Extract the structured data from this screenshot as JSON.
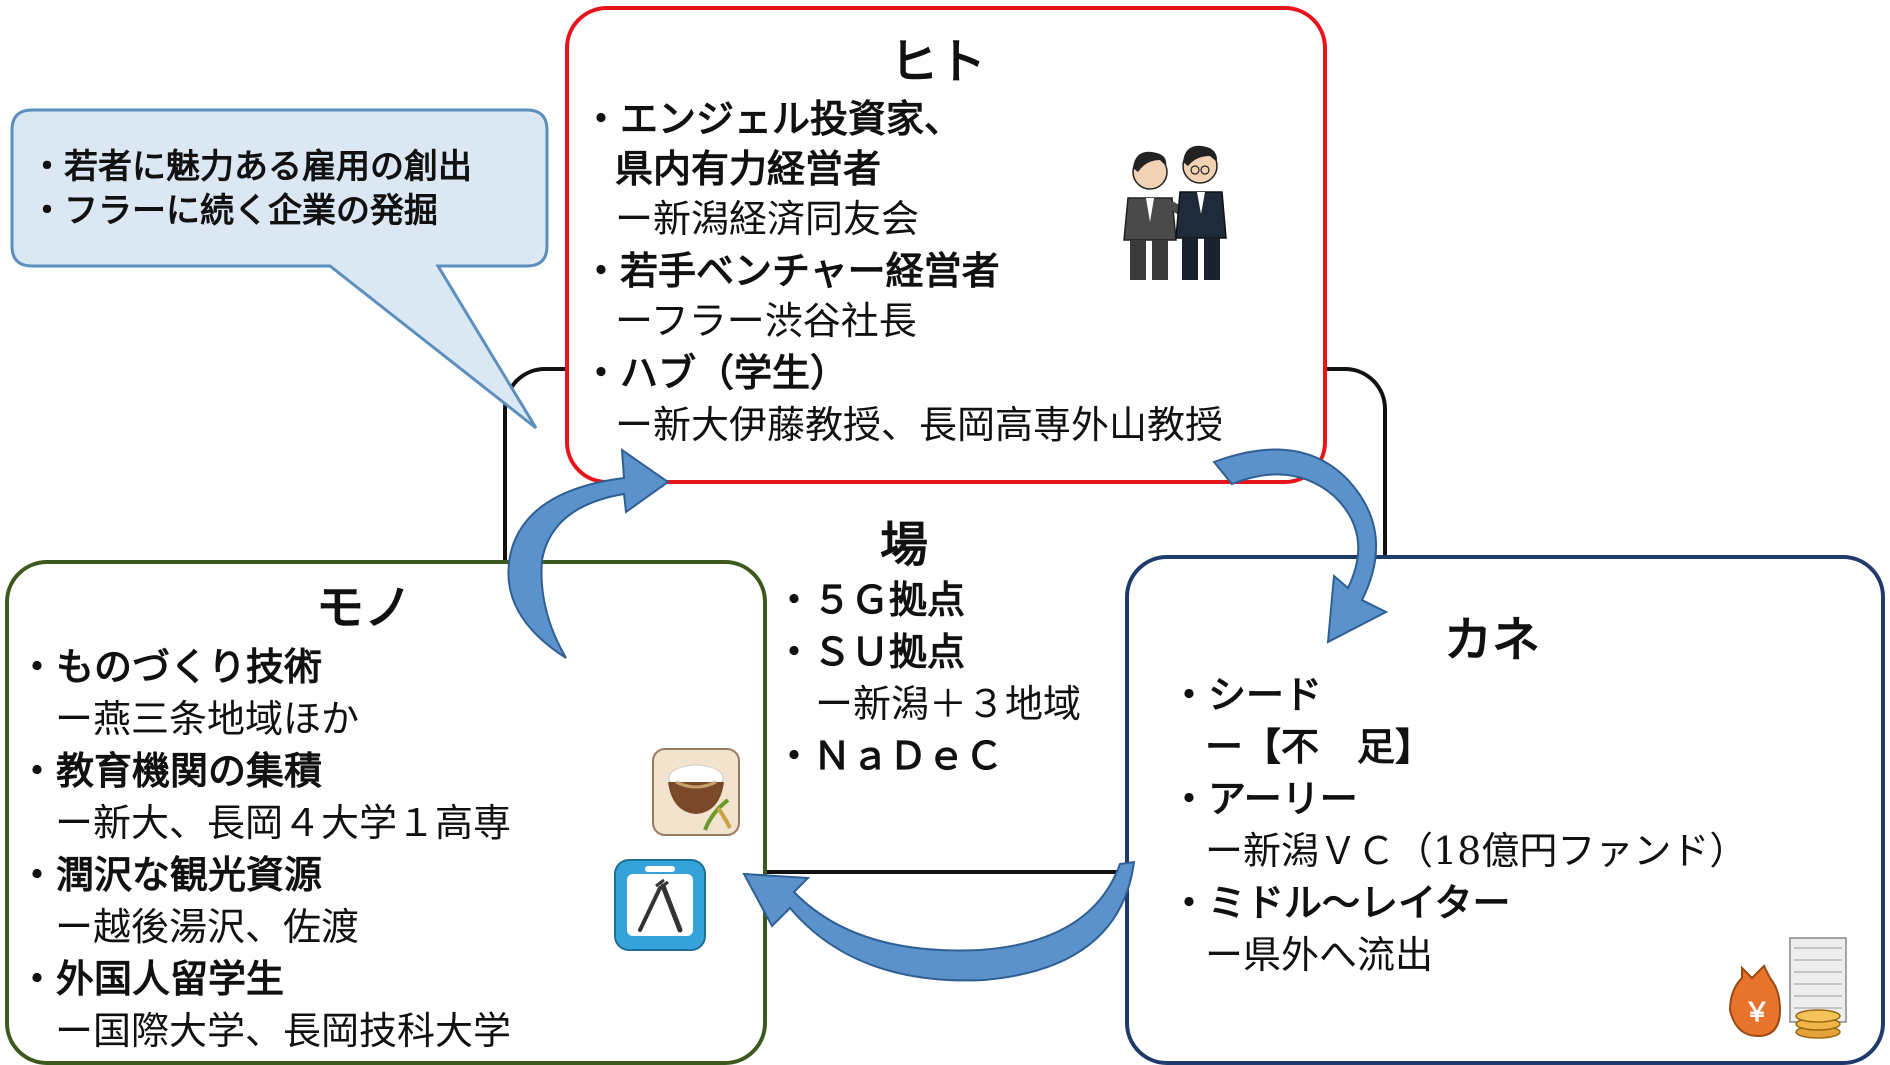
{
  "callout": {
    "line1": "・若者に魅力ある雇用の創出",
    "line2": "・フラーに続く企業の発掘"
  },
  "hito": {
    "title": "ヒト",
    "l1": "・エンジェル投資家、",
    "l2": "県内有力経営者",
    "l3": "ー新潟経済同友会",
    "l4": "・若手ベンチャー経営者",
    "l5": "ーフラー渋谷社長",
    "l6": "・ハブ（学生）",
    "l7": "ー新大伊藤教授、長岡高専外山教授"
  },
  "ba": {
    "title": "場",
    "l1": "・５Ｇ拠点",
    "l2": "・ＳＵ拠点",
    "l3": "ー新潟＋３地域",
    "l4": "・ＮａＤｅＣ"
  },
  "mono": {
    "title": "モノ",
    "l1": "・ものづくり技術",
    "l2": "ー燕三条地域ほか",
    "l3": "・教育機関の集積",
    "l4": "ー新大、長岡４大学１高専",
    "l5": "・潤沢な観光資源",
    "l6": "ー越後湯沢、佐渡",
    "l7": "・外国人留学生",
    "l8": "ー国際大学、長岡技科大学"
  },
  "kane": {
    "title": "カネ",
    "l1": "・シード",
    "l2": "ー【不　足】",
    "l3": "・アーリー",
    "l4": "ー新潟ＶＣ（18億円ファンド）",
    "l5": "・ミドル～レイター",
    "l6": "ー県外へ流出",
    "yen": "￥"
  },
  "colors": {
    "hito_border": "#e8141c",
    "mono_border": "#3d5a1e",
    "kane_border": "#1f3b6b",
    "ba_border": "#111111",
    "callout_fill": "#dbe8f4",
    "callout_border": "#5b8fbd",
    "arrow": "#5b92cc"
  }
}
